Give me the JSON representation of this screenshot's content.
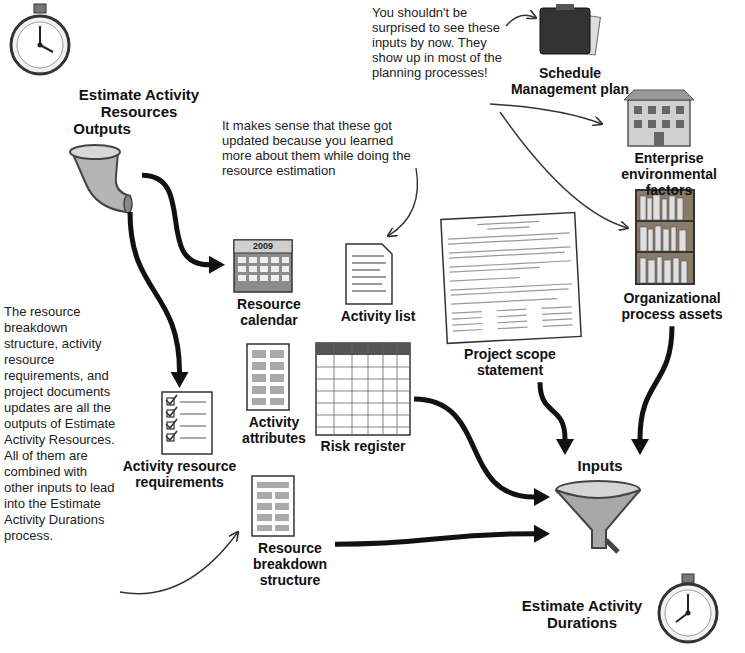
{
  "diagram": {
    "nodes": [
      {
        "text": [
          "Estimate Activity Resources"
        ]
      },
      {
        "text": [
          "Outputs"
        ]
      },
      {
        "text": [
          "Schedule Management plan"
        ]
      },
      {
        "text": [
          "Enterprise environmental factors"
        ]
      },
      {
        "text": [
          "Organizational process assets"
        ]
      },
      {
        "text": [
          "Resource calendar"
        ]
      },
      {
        "text": [
          "Activity list"
        ]
      },
      {
        "text": [
          "Activity attributes"
        ]
      },
      {
        "text": [
          "Risk register"
        ]
      },
      {
        "text": [
          "Project scope statement"
        ]
      },
      {
        "text": [
          "Activity resource requirements"
        ]
      },
      {
        "text": [
          "Resource breakdown structure"
        ]
      },
      {
        "text": [
          "Inputs"
        ]
      },
      {
        "text": [
          "Estimate Activity Durations"
        ]
      }
    ],
    "edges": [
      {
        "from": 1,
        "to": 5,
        "arrow": "to"
      },
      {
        "from": 1,
        "to": 10,
        "arrow": "to"
      },
      {
        "from": 8,
        "to": 12,
        "arrow": "to"
      },
      {
        "from": 9,
        "to": 12,
        "arrow": "to"
      },
      {
        "from": 4,
        "to": 12,
        "arrow": "to"
      },
      {
        "from": 11,
        "to": 12,
        "arrow": "to"
      }
    ],
    "labels": [
      "You shouldn't be surprised to see these inputs by now. They show up in most of the planning processes!",
      "It makes sense that these got updated because you learned more about them while doing the resource estimation",
      "The resource breakdown structure, activity resource requirements, and project documents updates are all the outputs of Estimate Activity Resources. All of them are combined with other inputs to lead into the Estimate Activity Durations process.",
      "2009"
    ]
  }
}
